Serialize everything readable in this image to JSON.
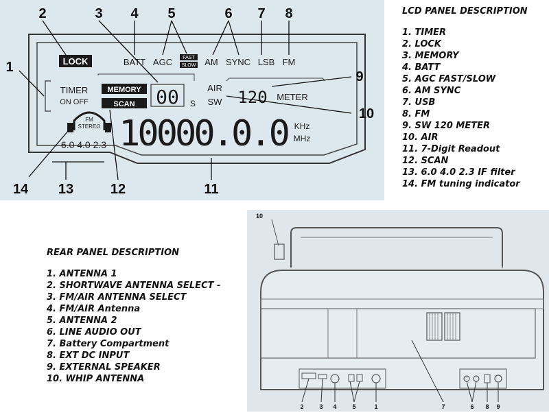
{
  "lcd_panel": {
    "title": "LCD PANEL DESCRIPTION",
    "items": [
      "1. TIMER",
      "2. LOCK",
      "3. MEMORY",
      "4. BATT",
      "5. AGC FAST/SLOW",
      "6. AM SYNC",
      "7. USB",
      "8. FM",
      "9. SW 120 METER",
      "10. AIR",
      "11. 7-Digit Readout",
      "12. SCAN",
      "13. 6.0 4.0 2.3 IF filter",
      "14. FM tuning indicator"
    ],
    "display": {
      "lock": "LOCK",
      "batt": "BATT",
      "agc": "AGC",
      "fast": "FAST",
      "slow": "SLOW",
      "am": "AM",
      "sync": "SYNC",
      "lsb": "LSB",
      "fm": "FM",
      "timer": "TIMER",
      "on_off": "ON OFF",
      "memory": "MEMORY",
      "scan": "SCAN",
      "memory_digits": "00",
      "s": "S",
      "air": "AIR",
      "sw": "SW",
      "meter_value": "120",
      "meter": "METER",
      "fm_small": "FM",
      "stereo": "STEREO",
      "if_filters": "6.0 4.0 2.3",
      "readout": "10000.0.0",
      "khz": "KHz",
      "mhz": "MHz"
    },
    "callouts": [
      "1",
      "2",
      "3",
      "4",
      "5",
      "6",
      "7",
      "8",
      "9",
      "10",
      "11",
      "12",
      "13",
      "14"
    ]
  },
  "rear_panel": {
    "title": "REAR PANEL DESCRIPTION",
    "items": [
      "1. ANTENNA 1",
      "2. SHORTWAVE ANTENNA SELECT -",
      "3. FM/AIR ANTENNA SELECT",
      "4. FM/AIR Antenna",
      "5. ANTENNA 2",
      "6. LINE AUDIO OUT",
      "7. Battery Compartment",
      "8. EXT DC INPUT",
      "9. EXTERNAL SPEAKER",
      "10. WHIP ANTENNA"
    ],
    "callouts": [
      "10",
      "2",
      "3",
      "4",
      "5",
      "1",
      "7",
      "6",
      "8",
      "9"
    ]
  },
  "colors": {
    "lcd_background": "#dde8ee",
    "ink": "#1a1a1a",
    "page": "#ffffff"
  }
}
